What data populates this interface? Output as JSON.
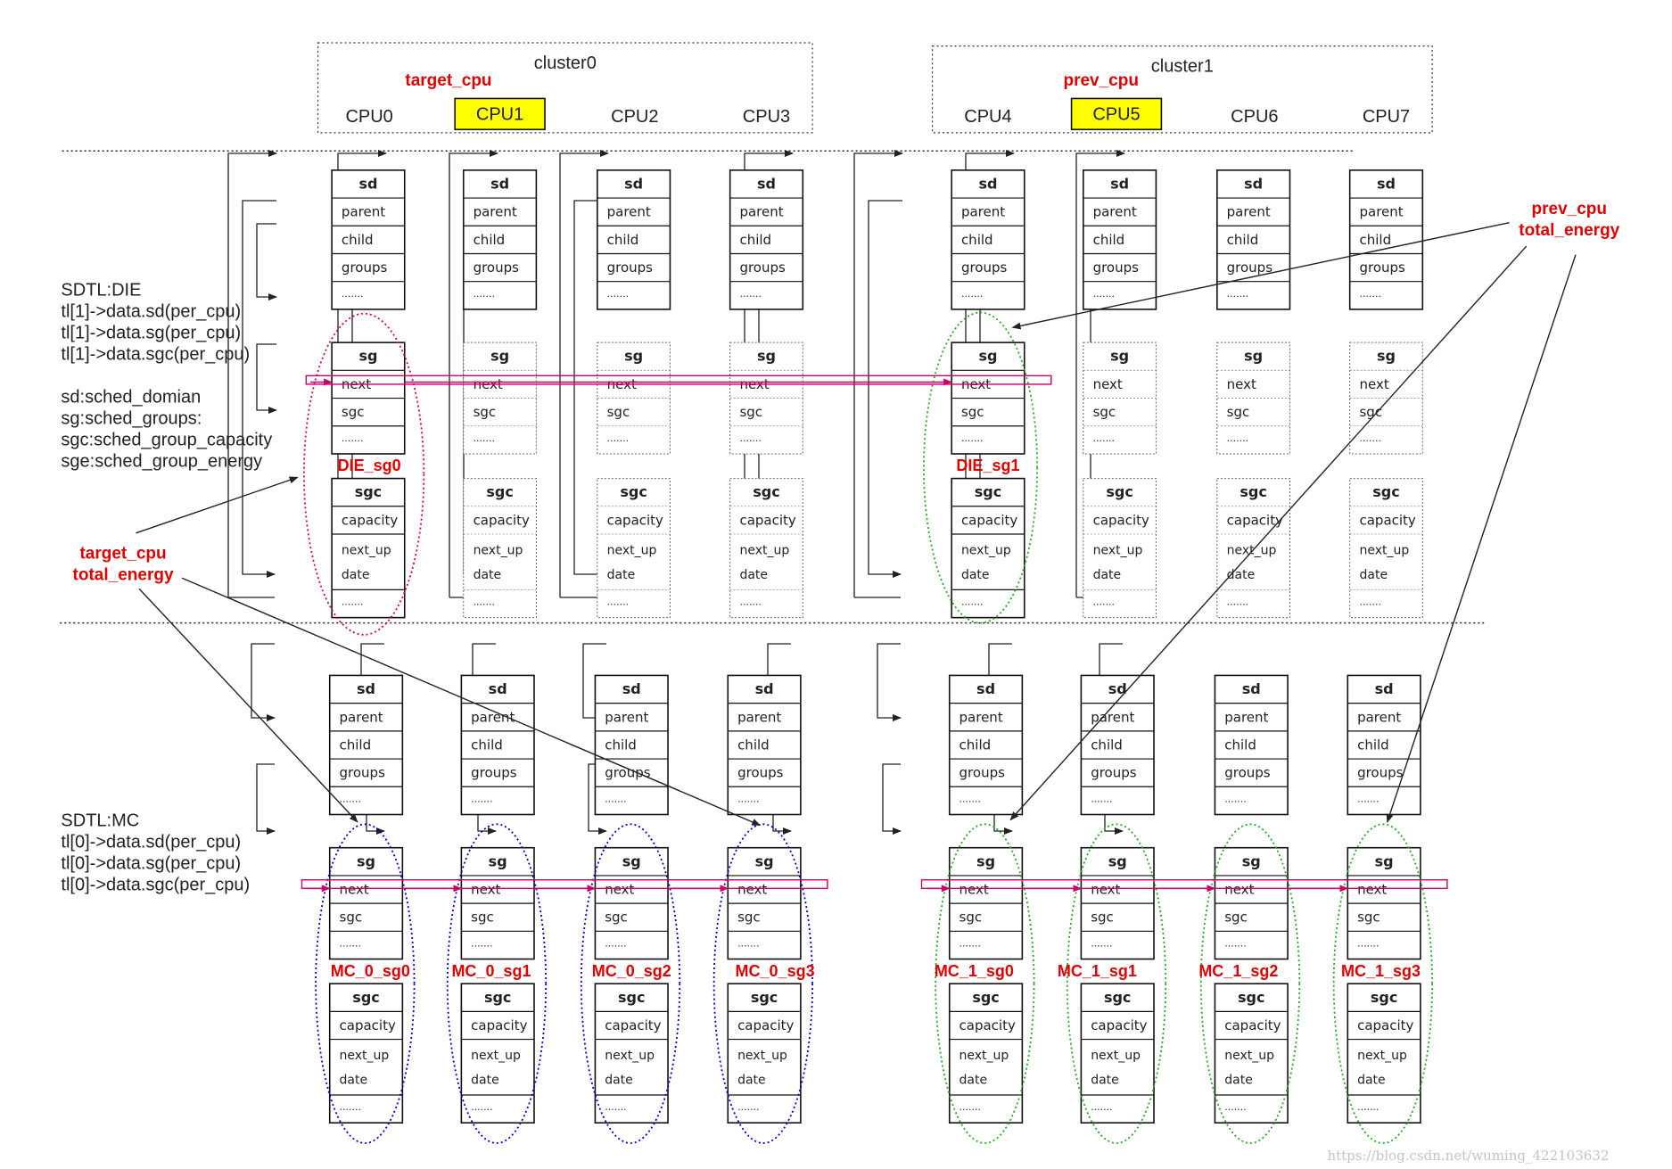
{
  "clusters": [
    {
      "name": "cluster0",
      "cpus": [
        "CPU0",
        "CPU1",
        "CPU2",
        "CPU3"
      ],
      "highlight_index": 1,
      "highlight_label": "target_cpu"
    },
    {
      "name": "cluster1",
      "cpus": [
        "CPU4",
        "CPU5",
        "CPU6",
        "CPU7"
      ],
      "highlight_index": 1,
      "highlight_label": "prev_cpu"
    }
  ],
  "sd_fields": [
    "sd",
    "parent",
    "child",
    "groups",
    "......."
  ],
  "sg_fields": [
    "sg",
    "next",
    "sgc",
    "......."
  ],
  "sgc_fields": [
    "sgc",
    "capacity",
    "next_up",
    "date",
    "......."
  ],
  "die_notes": [
    "SDTL:DIE",
    "tl[1]->data.sd(per_cpu)",
    "tl[1]->data.sg(per_cpu)",
    "tl[1]->data.sgc(per_cpu)",
    "",
    "sd:sched_domian",
    "sg:sched_groups:",
    "sgc:sched_group_capacity",
    "sge:sched_group_energy"
  ],
  "mc_notes": [
    "SDTL:MC",
    "tl[0]->data.sd(per_cpu)",
    "tl[0]->data.sg(per_cpu)",
    "tl[0]->data.sgc(per_cpu)"
  ],
  "die_group_labels": [
    "DIE_sg0",
    "DIE_sg1"
  ],
  "mc_group_labels": [
    "MC_0_sg0",
    "MC_0_sg1",
    "MC_0_sg2",
    "MC_0_sg3",
    "MC_1_sg0",
    "MC_1_sg1",
    "MC_1_sg2",
    "MC_1_sg3"
  ],
  "annotation_target": [
    "target_cpu",
    "total_energy"
  ],
  "annotation_prev": [
    "prev_cpu",
    "total_energy"
  ],
  "watermark": "https://blog.csdn.net/wuming_422103632",
  "colors": {
    "highlight": "#ffff00",
    "accent_red": "#e00000",
    "next_link": "#cc0066",
    "cluster0_group": "#0000cc",
    "cluster1_group": "#22aa22",
    "die_group0": "#cc0066"
  }
}
